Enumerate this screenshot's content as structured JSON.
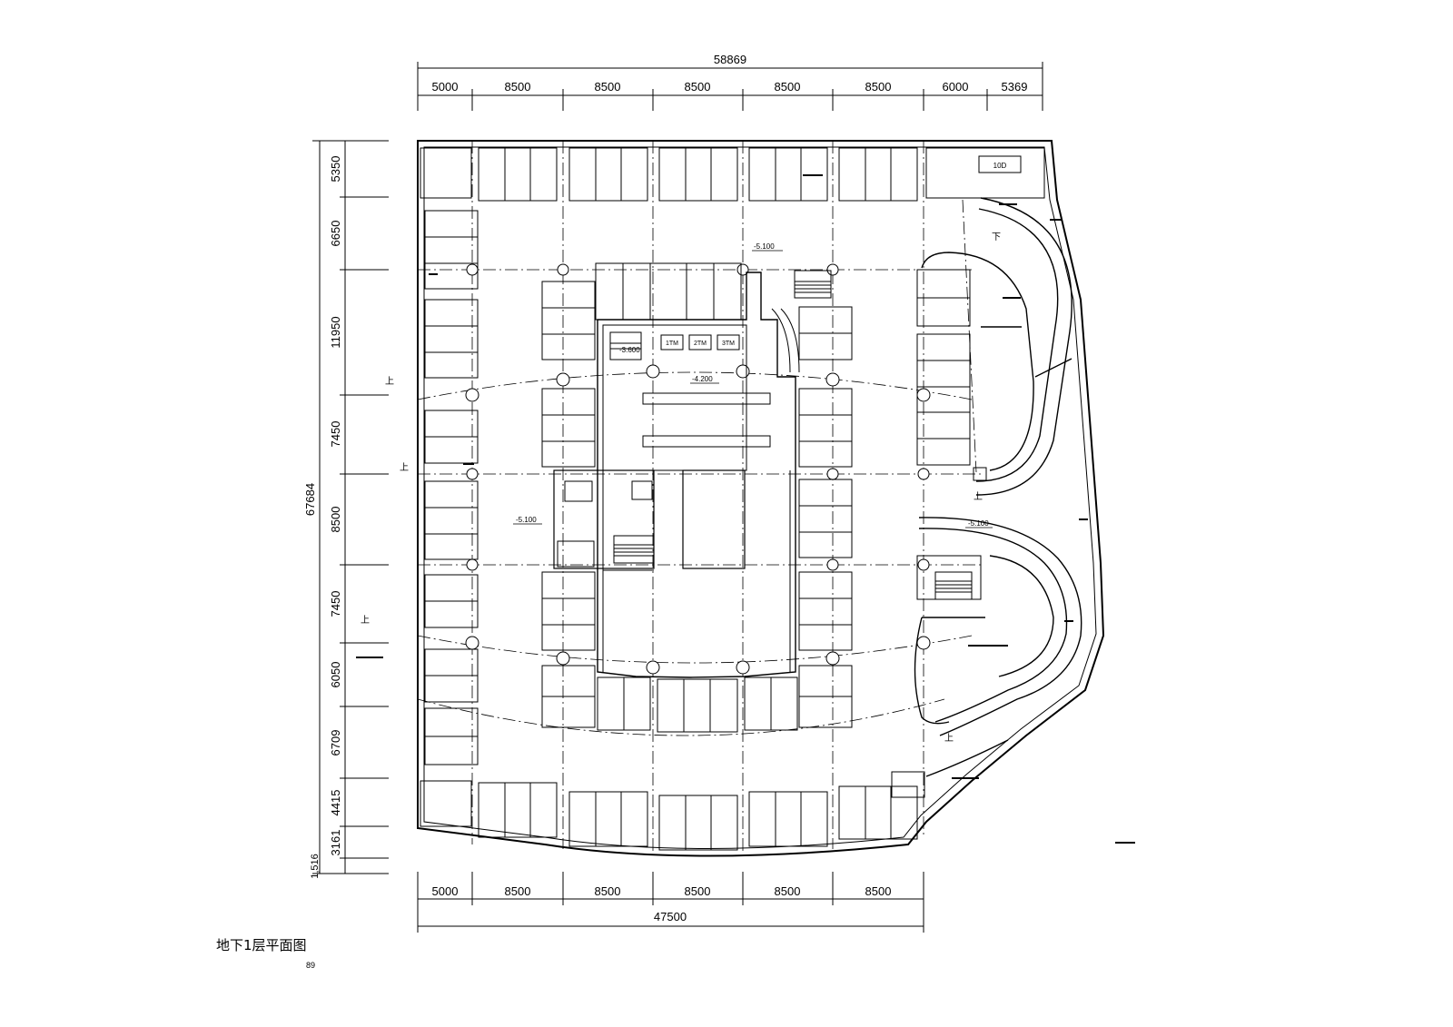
{
  "drawing": {
    "title": "地下1层平面图",
    "page_number": "89"
  },
  "dimensions": {
    "top_total": "58869",
    "top_segments": [
      "5000",
      "8500",
      "8500",
      "8500",
      "8500",
      "8500",
      "6000",
      "5369"
    ],
    "bottom_segments": [
      "5000",
      "8500",
      "8500",
      "8500",
      "8500",
      "8500"
    ],
    "bottom_total": "47500",
    "left_total": "67684",
    "left_segments": [
      "5350",
      "6650",
      "11950",
      "7450",
      "8500",
      "7450",
      "6050",
      "6709",
      "4415",
      "3161",
      "1,516"
    ]
  },
  "levels": {
    "ramp_top": "-5.100",
    "lift_lobby": "-3.600",
    "core_center": "-4.200",
    "west_zone": "-5.100",
    "east_ramp": "-5.100"
  },
  "elevators": [
    "1TM",
    "2TM",
    "3TM"
  ],
  "room_labels": {
    "box_label": "10D",
    "up_marker": "上",
    "down_marker": "下"
  }
}
